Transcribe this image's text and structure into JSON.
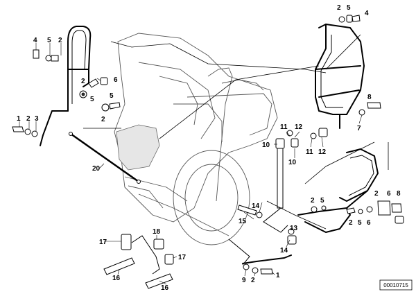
{
  "diagram": {
    "reference": "00010715",
    "callouts": [
      "1",
      "2",
      "3",
      "4",
      "5",
      "6",
      "7",
      "8",
      "9",
      "10",
      "11",
      "12",
      "13",
      "14",
      "15",
      "16",
      "17",
      "18",
      "20"
    ]
  }
}
